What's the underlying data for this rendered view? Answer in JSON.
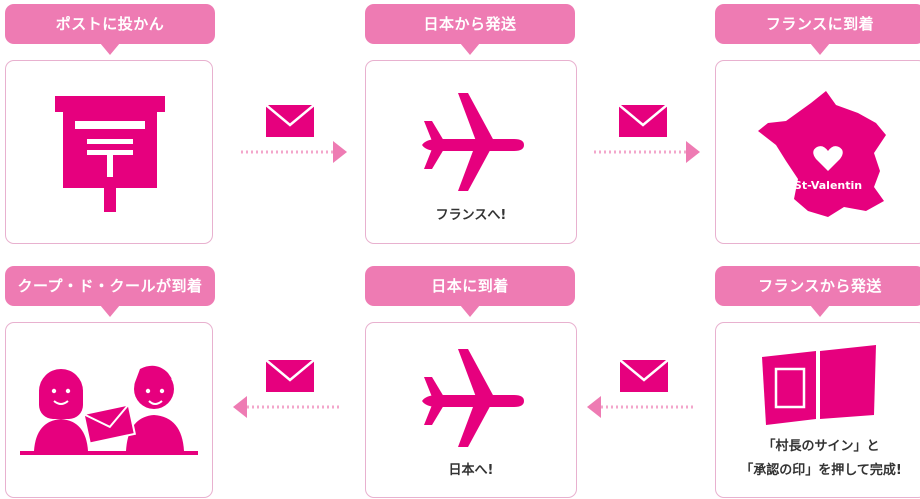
{
  "top_row": [
    {
      "label": "ポストに投かん",
      "caption": ""
    },
    {
      "label": "日本から発送",
      "caption": "フランスへ!"
    },
    {
      "label": "フランスに到着",
      "caption": "",
      "map_label": "St-Valentin"
    }
  ],
  "bottom_row": [
    {
      "label": "クープ・ド・クールが到着",
      "caption": ""
    },
    {
      "label": "日本に到着",
      "caption": "日本へ!"
    },
    {
      "label": "フランスから発送",
      "caption_line1": "「村長のサイン」と",
      "caption_line2": "「承認の印」を押して完成!"
    }
  ],
  "colors": {
    "accent": "#e6007e",
    "tag": "#ee7bb3",
    "border": "#e8b1cf",
    "dotted": "#f3a6cb"
  },
  "icons": [
    "postbox-icon",
    "airplane-icon",
    "france-map-icon",
    "heart-icon",
    "envelope-icon",
    "people-letter-icon",
    "certificate-icon",
    "arrow-right-icon",
    "arrow-left-icon"
  ]
}
